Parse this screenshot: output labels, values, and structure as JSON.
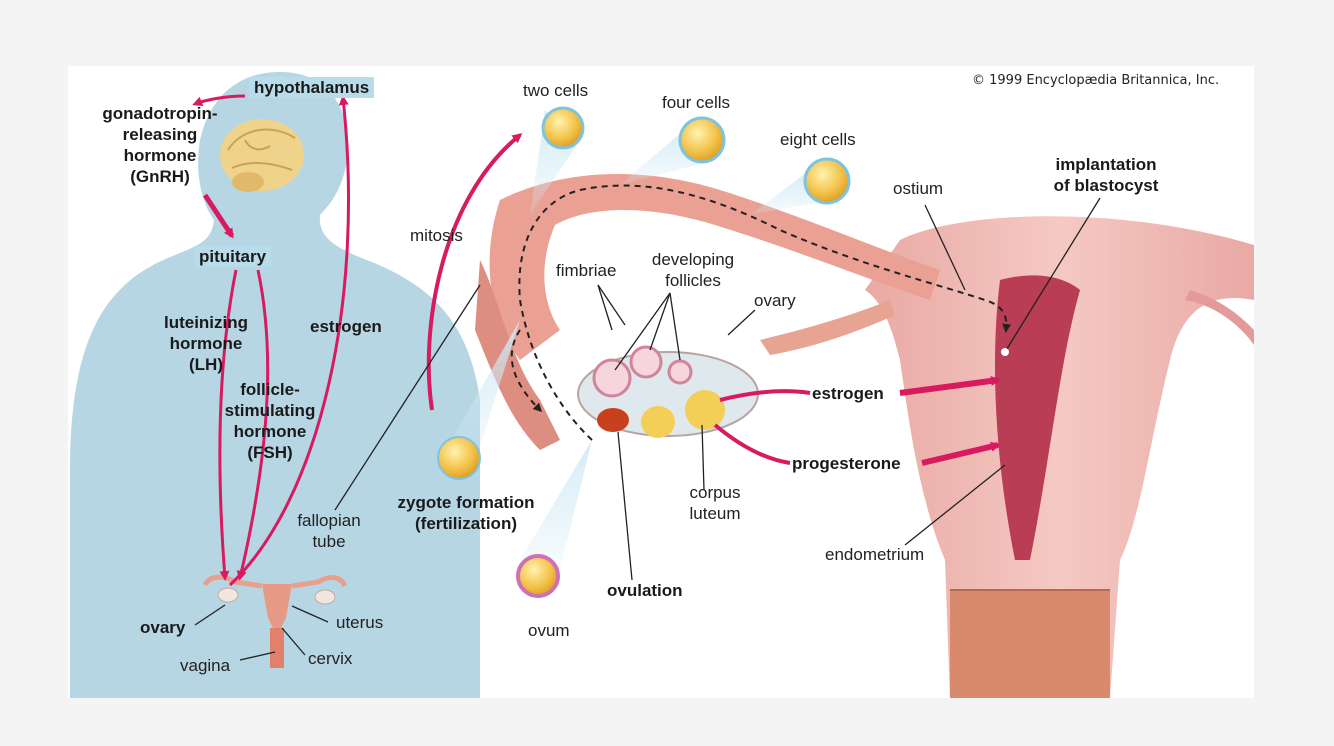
{
  "copyright": "© 1999 Encyclopædia Britannica, Inc.",
  "colors": {
    "arrow": "#d81b60",
    "body": "#b3d4e2",
    "tissue": "#e8a0a0",
    "egg": "#f3c24a"
  },
  "labels": {
    "hypothalamus": "hypothalamus",
    "gnrh": "gonadotropin-\nreleasing\nhormone\n(GnRH)",
    "pituitary": "pituitary",
    "lh": "luteinizing\nhormone\n(LH)",
    "fsh": "follicle-\nstimulating\nhormone\n(FSH)",
    "estrogen_left": "estrogen",
    "fallopian_tube": "fallopian\ntube",
    "ovary_left": "ovary",
    "uterus": "uterus",
    "cervix": "cervix",
    "vagina": "vagina",
    "two_cells": "two cells",
    "four_cells": "four cells",
    "eight_cells": "eight cells",
    "mitosis": "mitosis",
    "fimbriae": "fimbriae",
    "developing_follicles": "developing\nfollicles",
    "ovary_right": "ovary",
    "ostium": "ostium",
    "implantation": "implantation\nof blastocyst",
    "estrogen_right": "estrogen",
    "progesterone": "progesterone",
    "zygote": "zygote formation\n(fertilization)",
    "corpus_luteum": "corpus\nluteum",
    "endometrium": "endometrium",
    "ovulation": "ovulation",
    "ovum": "ovum"
  }
}
